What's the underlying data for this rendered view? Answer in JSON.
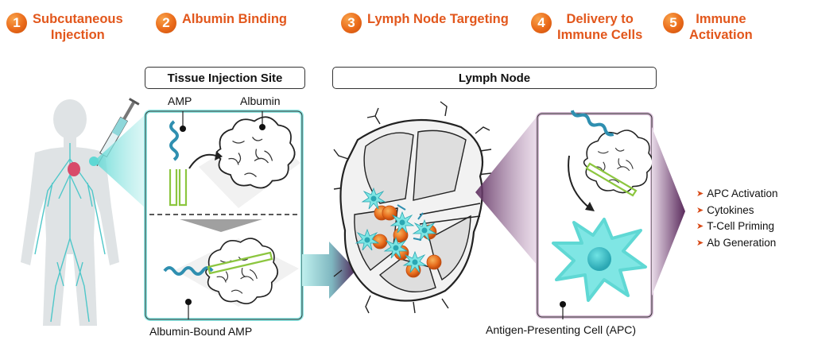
{
  "steps": [
    {
      "num": "1",
      "label": "Subcutaneous\nInjection"
    },
    {
      "num": "2",
      "label": "Albumin Binding"
    },
    {
      "num": "3",
      "label": "Lymph Node Targeting"
    },
    {
      "num": "4",
      "label": "Delivery to\nImmune Cells"
    },
    {
      "num": "5",
      "label": "Immune\nActivation"
    }
  ],
  "panels": {
    "tissue_title": "Tissue Injection Site",
    "lymph_title": "Lymph Node"
  },
  "labels": {
    "amp": "AMP",
    "albumin": "Albumin",
    "albumin_bound": "Albumin-Bound AMP",
    "apc": "Antigen-Presenting Cell (APC)"
  },
  "outcomes": [
    "APC Activation",
    "Cytokines",
    "T-Cell Priming",
    "Ab Generation"
  ],
  "colors": {
    "accent_orange": "#e2571c",
    "amp_blue": "#2f8fb0",
    "amp_green": "#8cc63f",
    "teal": "#5fd8d4",
    "purple": "#5a2a5c"
  },
  "icons": {
    "body": "human-body-silhouette",
    "injection": "syringe-icon",
    "protein": "albumin-protein-icon",
    "node": "lymph-node-icon",
    "cell": "dendritic-cell-icon"
  }
}
